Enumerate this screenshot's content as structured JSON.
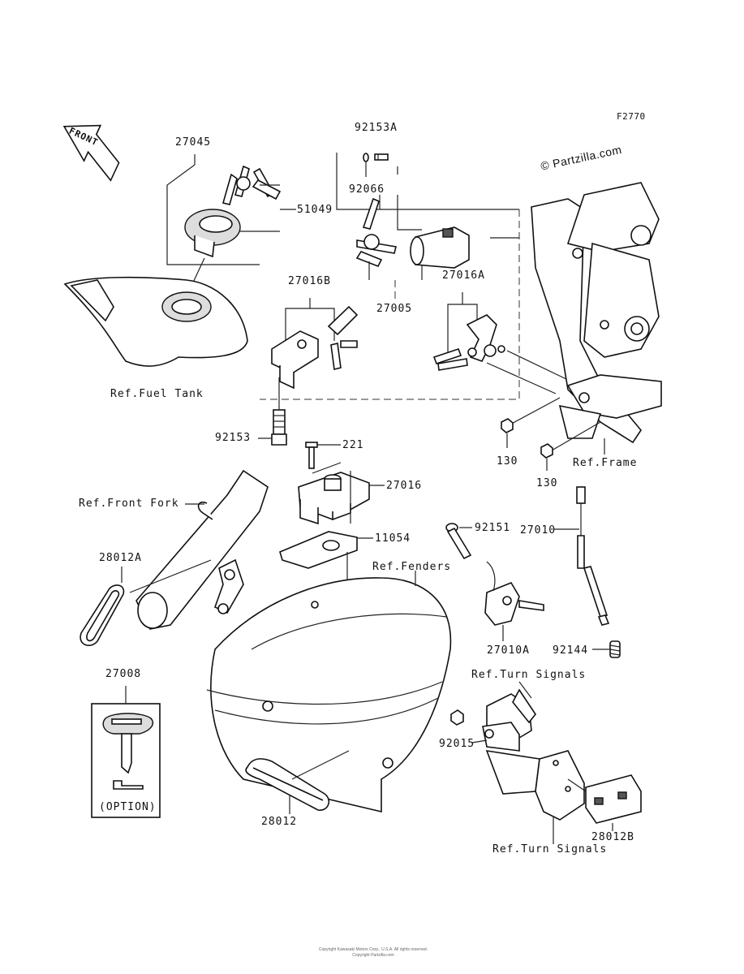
{
  "diagram": {
    "figure_code": "F2770",
    "watermark": "© Partzilla.com",
    "front_arrow": "FRONT",
    "footer_line1": "Copyright Kawasaki Motors Corp., U.S.A. All rights reserved.",
    "footer_line2": "Copyright Partzilla.com",
    "parts": {
      "p27045": "27045",
      "p51049": "51049",
      "p92153A": "92153A",
      "p92066": "92066",
      "p27016B": "27016B",
      "p27005": "27005",
      "p27016A": "27016A",
      "p92153": "92153",
      "p221": "221",
      "p27016": "27016",
      "p11054": "11054",
      "p130a": "130",
      "p130b": "130",
      "p28012A": "28012A",
      "p92151": "92151",
      "p27010": "27010",
      "p27010A": "27010A",
      "p92144": "92144",
      "p27008": "27008",
      "p92015": "92015",
      "p28012": "28012",
      "p28012B": "28012B"
    },
    "refs": {
      "fuel_tank": "Ref.Fuel Tank",
      "frame": "Ref.Frame",
      "front_fork": "Ref.Front Fork",
      "fenders": "Ref.Fenders",
      "turn_signals_top": "Ref.Turn Signals",
      "turn_signals_bottom": "Ref.Turn Signals"
    },
    "option_label": "(OPTION)"
  }
}
